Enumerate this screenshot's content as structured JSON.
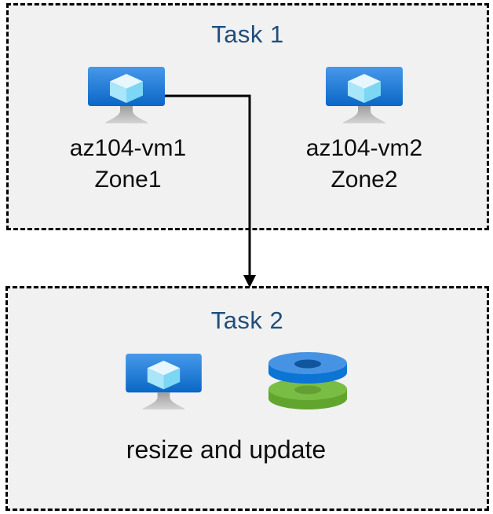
{
  "diagram": {
    "task1": {
      "title": "Task 1",
      "vms": [
        {
          "name": "az104-vm1",
          "zone": "Zone1",
          "icon": "virtual-machine-icon"
        },
        {
          "name": "az104-vm2",
          "zone": "Zone2",
          "icon": "virtual-machine-icon"
        }
      ]
    },
    "task2": {
      "title": "Task 2",
      "caption": "resize and update",
      "icons": [
        "virtual-machine-icon",
        "managed-disks-icon"
      ]
    },
    "connector": {
      "description": "elbow arrow from az104-vm1 to Task 2 box"
    },
    "colors": {
      "box_background": "#f1f1f2",
      "box_border": "#000000",
      "title_text": "#1f4e79",
      "label_text": "#0d0d0d",
      "monitor_blue_top": "#4799e9",
      "monitor_blue_bottom": "#0a67c6",
      "cube_top": "#e8f7fd",
      "cube_left": "#a9e6fa",
      "cube_right": "#7cd7f4",
      "stand_gray": "#b5b5b5",
      "disk_blue_face": "#4793e3",
      "disk_blue_rim": "#0b74d4",
      "disk_blue_hole": "#10569f",
      "disk_green_face": "#7abd44",
      "disk_green_rim": "#61a52e",
      "disk_green_hole": "#639f33",
      "arrow": "#000000"
    }
  }
}
